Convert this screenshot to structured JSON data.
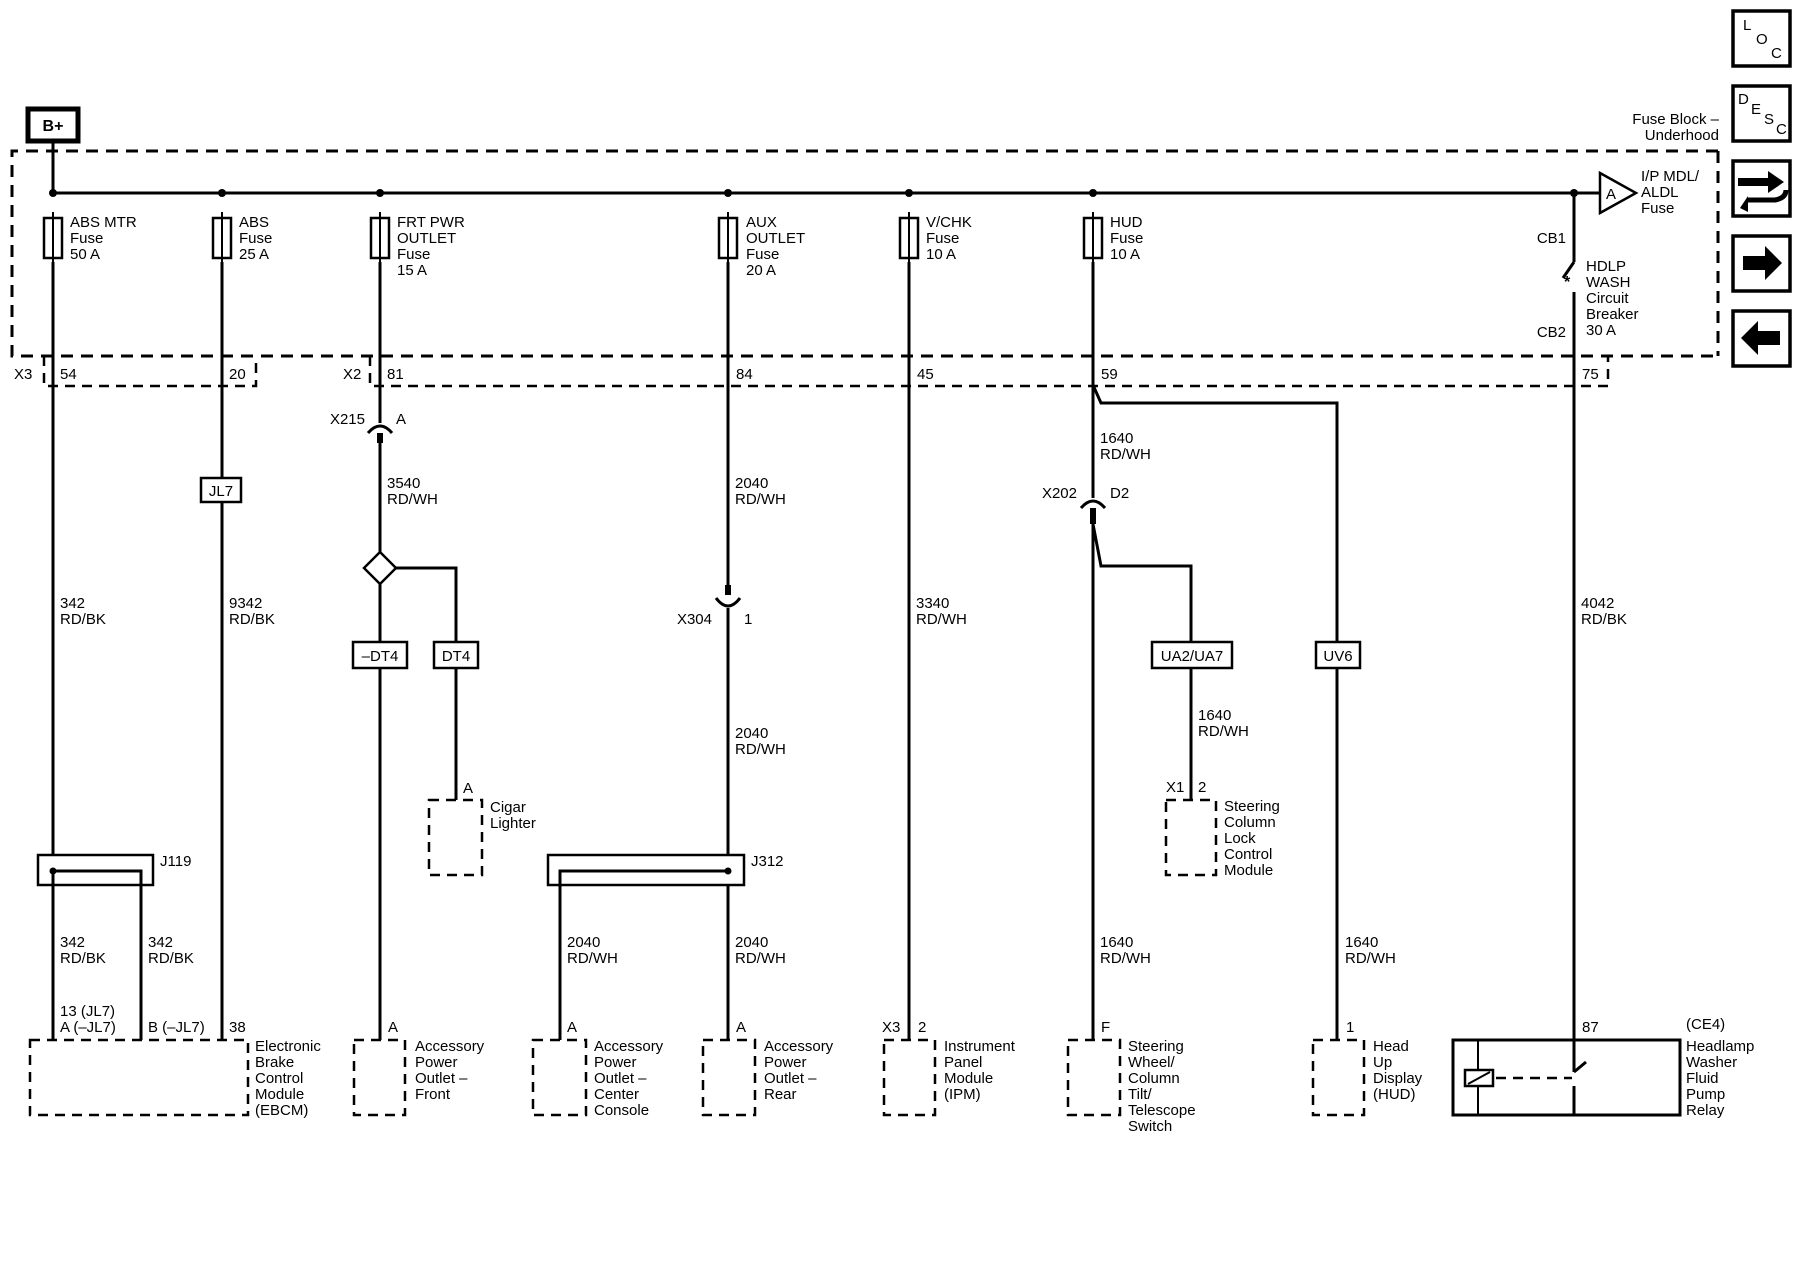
{
  "supply": {
    "label": "B+"
  },
  "fuse_block": {
    "line1": "Fuse Block –",
    "line2": "Underhood"
  },
  "nav": {
    "loc_icon": "LOC",
    "desc_icon": "DESC",
    "connector_icon": "connector-icon",
    "next_icon": "arrow-right-icon",
    "prev_icon": "arrow-left-icon"
  },
  "fuses": [
    {
      "l1": "ABS MTR",
      "l2": "Fuse",
      "l3": "50 A",
      "l4": ""
    },
    {
      "l1": "ABS",
      "l2": "Fuse",
      "l3": "25 A",
      "l4": ""
    },
    {
      "l1": "FRT PWR",
      "l2": "OUTLET",
      "l3": "Fuse",
      "l4": "15 A"
    },
    {
      "l1": "AUX",
      "l2": "OUTLET",
      "l3": "Fuse",
      "l4": "20 A"
    },
    {
      "l1": "V/CHK",
      "l2": "Fuse",
      "l3": "10 A",
      "l4": ""
    },
    {
      "l1": "HUD",
      "l2": "Fuse",
      "l3": "10 A",
      "l4": ""
    }
  ],
  "ip_mdl": {
    "letter": "A",
    "l1": "I/P MDL/",
    "l2": "ALDL",
    "l3": "Fuse"
  },
  "breaker": {
    "cb1": "CB1",
    "cb2": "CB2",
    "l1": "HDLP",
    "l2": "WASH",
    "l3": "Circuit",
    "l4": "Breaker",
    "l5": "30 A"
  },
  "fuse_block_connectors": {
    "x3": "X3",
    "x2": "X2",
    "pins": [
      "54",
      "20",
      "81",
      "84",
      "45",
      "59",
      "75"
    ]
  },
  "connectors": {
    "x215": "X215",
    "x215_pin": "A",
    "x304": "X304",
    "x304_pin": "1",
    "x202": "X202",
    "x202_pin": "D2",
    "x1": "X1",
    "x1_pin": "2",
    "j119": "J119",
    "j312": "J312"
  },
  "options": {
    "jl7": "JL7",
    "not_dt4": "–DT4",
    "dt4": "DT4",
    "ua2": "UA2/UA7",
    "uv6": "UV6"
  },
  "wires": {
    "w342": {
      "num": "342",
      "color": "RD/BK"
    },
    "w9342": {
      "num": "9342",
      "color": "RD/BK"
    },
    "w3540": {
      "num": "3540",
      "color": "RD/WH"
    },
    "w2040": {
      "num": "2040",
      "color": "RD/WH"
    },
    "w3340": {
      "num": "3340",
      "color": "RD/WH"
    },
    "w1640": {
      "num": "1640",
      "color": "RD/WH"
    },
    "w4042": {
      "num": "4042",
      "color": "RD/BK"
    }
  },
  "cigar": {
    "pin": "A",
    "l1": "Cigar",
    "l2": "Lighter"
  },
  "steering_lock": {
    "l1": "Steering",
    "l2": "Column",
    "l3": "Lock",
    "l4": "Control",
    "l5": "Module"
  },
  "components": {
    "ebcm": {
      "pin_a": "13 (JL7)",
      "pin_a2": "A (–JL7)",
      "pin_b": "B (–JL7)",
      "pin_c": "38",
      "l1": "Electronic",
      "l2": "Brake",
      "l3": "Control",
      "l4": "Module",
      "l5": "(EBCM)"
    },
    "apo_front": {
      "pin": "A",
      "l1": "Accessory",
      "l2": "Power",
      "l3": "Outlet –",
      "l4": "Front"
    },
    "apo_center": {
      "pin": "A",
      "l1": "Accessory",
      "l2": "Power",
      "l3": "Outlet –",
      "l4": "Center",
      "l5": "Console"
    },
    "apo_rear": {
      "pin": "A",
      "l1": "Accessory",
      "l2": "Power",
      "l3": "Outlet –",
      "l4": "Rear"
    },
    "ipm": {
      "conn": "X3",
      "pin": "2",
      "l1": "Instrument",
      "l2": "Panel",
      "l3": "Module",
      "l4": "(IPM)"
    },
    "steer_tilt": {
      "pin": "F",
      "l1": "Steering",
      "l2": "Wheel/",
      "l3": "Column",
      "l4": "Tilt/",
      "l5": "Telescope",
      "l6": "Switch"
    },
    "hud": {
      "pin": "1",
      "l1": "Head",
      "l2": "Up",
      "l3": "Display",
      "l4": "(HUD)"
    },
    "relay": {
      "pin": "87",
      "ref": "(CE4)",
      "l1": "Headlamp",
      "l2": "Washer",
      "l3": "Fluid",
      "l4": "Pump",
      "l5": "Relay"
    }
  }
}
